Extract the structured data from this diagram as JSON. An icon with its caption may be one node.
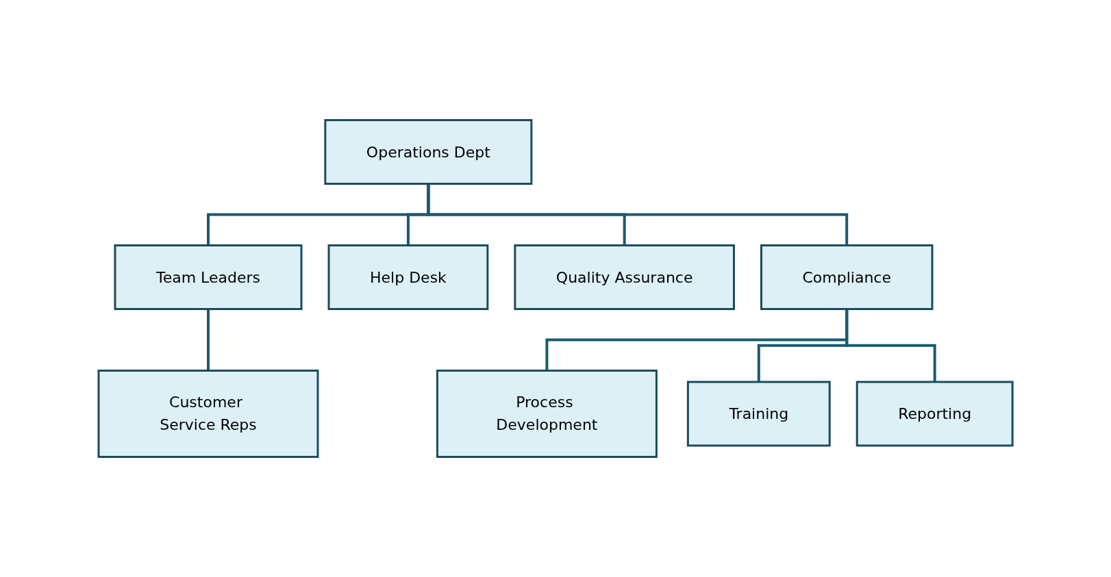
{
  "diagram": {
    "nodes": [
      {
        "text": [
          "Operations Dept"
        ]
      },
      {
        "text": [
          "Team Leaders"
        ]
      },
      {
        "text": [
          "Help Desk"
        ]
      },
      {
        "text": [
          "Quality Assurance"
        ]
      },
      {
        "text": [
          "Compliance"
        ]
      },
      {
        "text": [
          "Customer Service Reps"
        ]
      },
      {
        "text": [
          "Process Development"
        ]
      },
      {
        "text": [
          "Training"
        ]
      },
      {
        "text": [
          "Reporting"
        ]
      }
    ],
    "edges": [
      {
        "from": 0,
        "to": 1,
        "arrow": "none"
      },
      {
        "from": 0,
        "to": 2,
        "arrow": "none"
      },
      {
        "from": 0,
        "to": 3,
        "arrow": "none"
      },
      {
        "from": 0,
        "to": 4,
        "arrow": "none"
      },
      {
        "from": 1,
        "to": 5,
        "arrow": "none"
      },
      {
        "from": 4,
        "to": 6,
        "arrow": "none"
      },
      {
        "from": 4,
        "to": 7,
        "arrow": "none"
      },
      {
        "from": 4,
        "to": 8,
        "arrow": "none"
      }
    ]
  }
}
